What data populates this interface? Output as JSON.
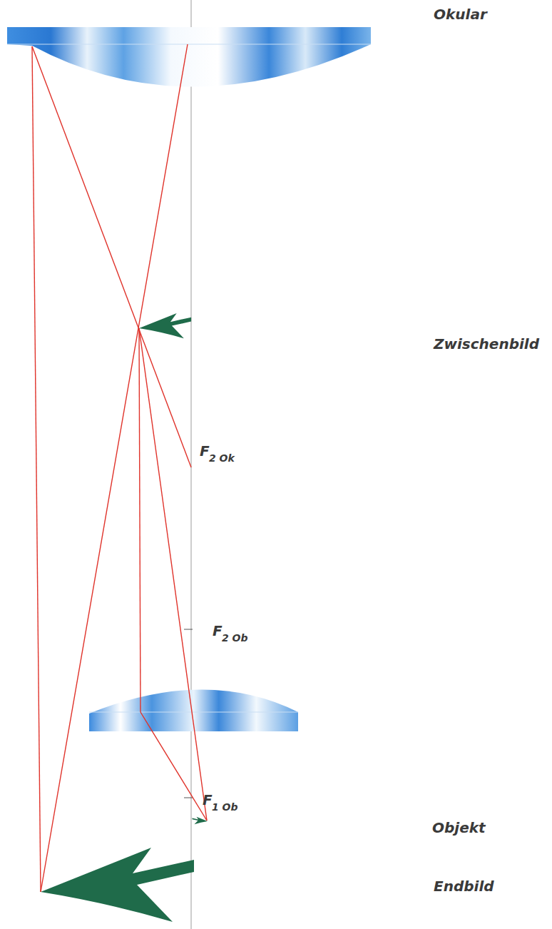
{
  "diagram": {
    "labels": [
      "Okular",
      "Zwischenbild",
      "F",
      "2 Ok",
      "F",
      "2 Ob",
      "F",
      "1 Ob",
      "Objekt",
      "Endbild"
    ]
  }
}
